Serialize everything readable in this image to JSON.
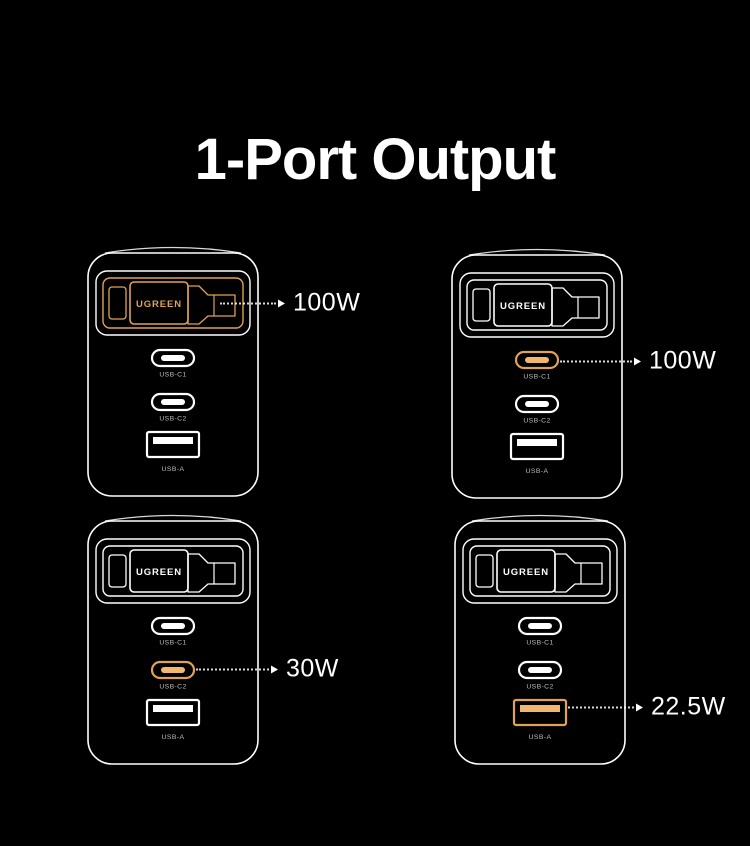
{
  "title": "1-Port Output",
  "brand": "UGREEN",
  "colors": {
    "background": "#000000",
    "outline_white": "#ffffff",
    "accent_orange": "#e0a254",
    "accent_orange_fill": "#f2b66f",
    "port_label_gray": "#bdbdbd",
    "callout_white": "#ffffff"
  },
  "port_labels": {
    "c1": "USB-C1",
    "c2": "USB-C2",
    "a": "USB-A"
  },
  "chargers": [
    {
      "name": "top-left",
      "highlighted_part": "display-slider",
      "wattage": "100W"
    },
    {
      "name": "top-right",
      "highlighted_part": "usb-c1",
      "wattage": "100W"
    },
    {
      "name": "bottom-left",
      "highlighted_part": "usb-c2",
      "wattage": "30W"
    },
    {
      "name": "bottom-right",
      "highlighted_part": "usb-a",
      "wattage": "22.5W"
    }
  ]
}
